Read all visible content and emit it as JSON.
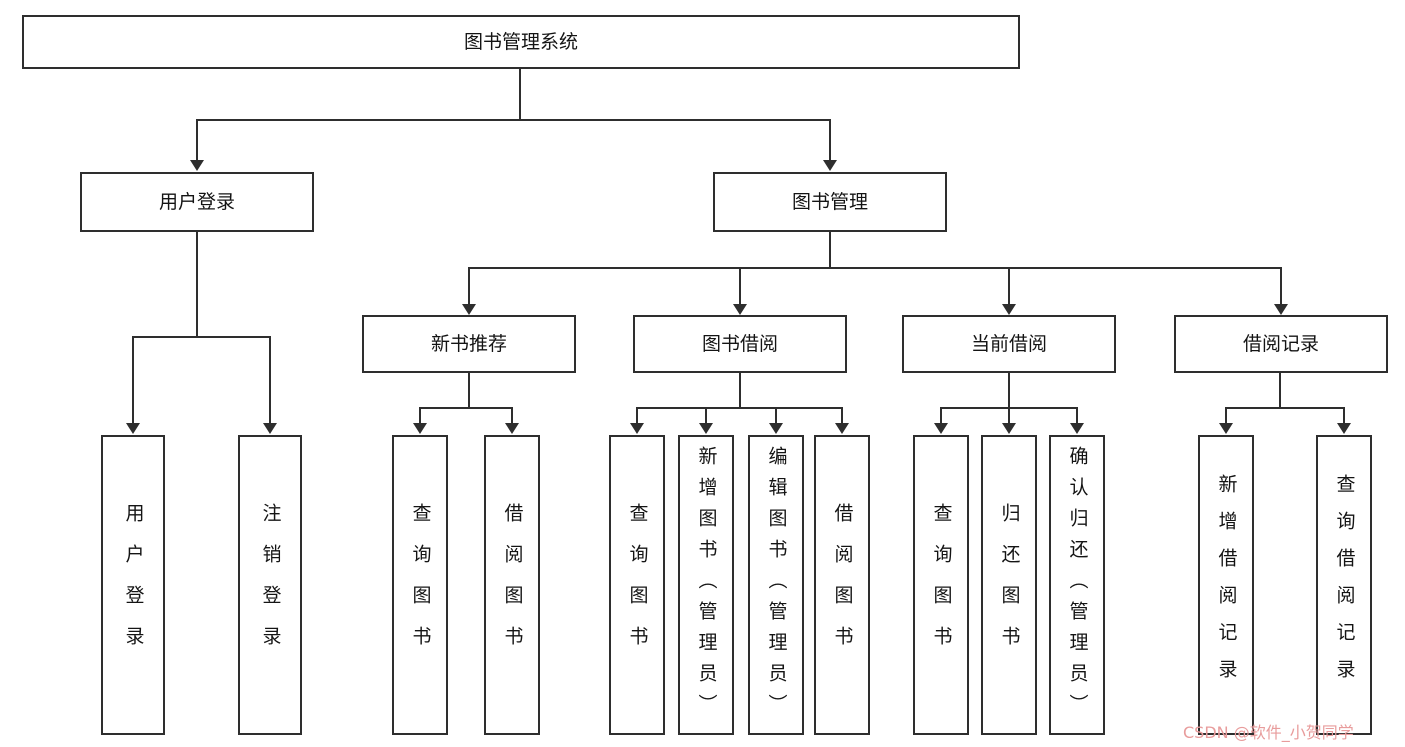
{
  "diagram": {
    "title": "图书管理系统",
    "children": [
      {
        "label": "用户登录",
        "children": [
          {
            "label": "用户登录"
          },
          {
            "label": "注销登录"
          }
        ]
      },
      {
        "label": "图书管理",
        "children": [
          {
            "label": "新书推荐",
            "children": [
              {
                "label": "查询图书"
              },
              {
                "label": "借阅图书"
              }
            ]
          },
          {
            "label": "图书借阅",
            "children": [
              {
                "label": "查询图书"
              },
              {
                "label": "新增图书（管理员）"
              },
              {
                "label": "编辑图书（管理员）"
              },
              {
                "label": "借阅图书"
              }
            ]
          },
          {
            "label": "当前借阅",
            "children": [
              {
                "label": "查询图书"
              },
              {
                "label": "归还图书"
              },
              {
                "label": "确认归还（管理员）"
              }
            ]
          },
          {
            "label": "借阅记录",
            "children": [
              {
                "label": "新增借阅记录"
              },
              {
                "label": "查询借阅记录"
              }
            ]
          }
        ]
      }
    ]
  },
  "watermark": {
    "text": "CSDN @软件_小贺同学",
    "color": "#e89c9c"
  },
  "colors": {
    "line": "#2e2e2e",
    "box_border": "#2e2e2e",
    "text": "#141414",
    "background": "#ffffff"
  }
}
